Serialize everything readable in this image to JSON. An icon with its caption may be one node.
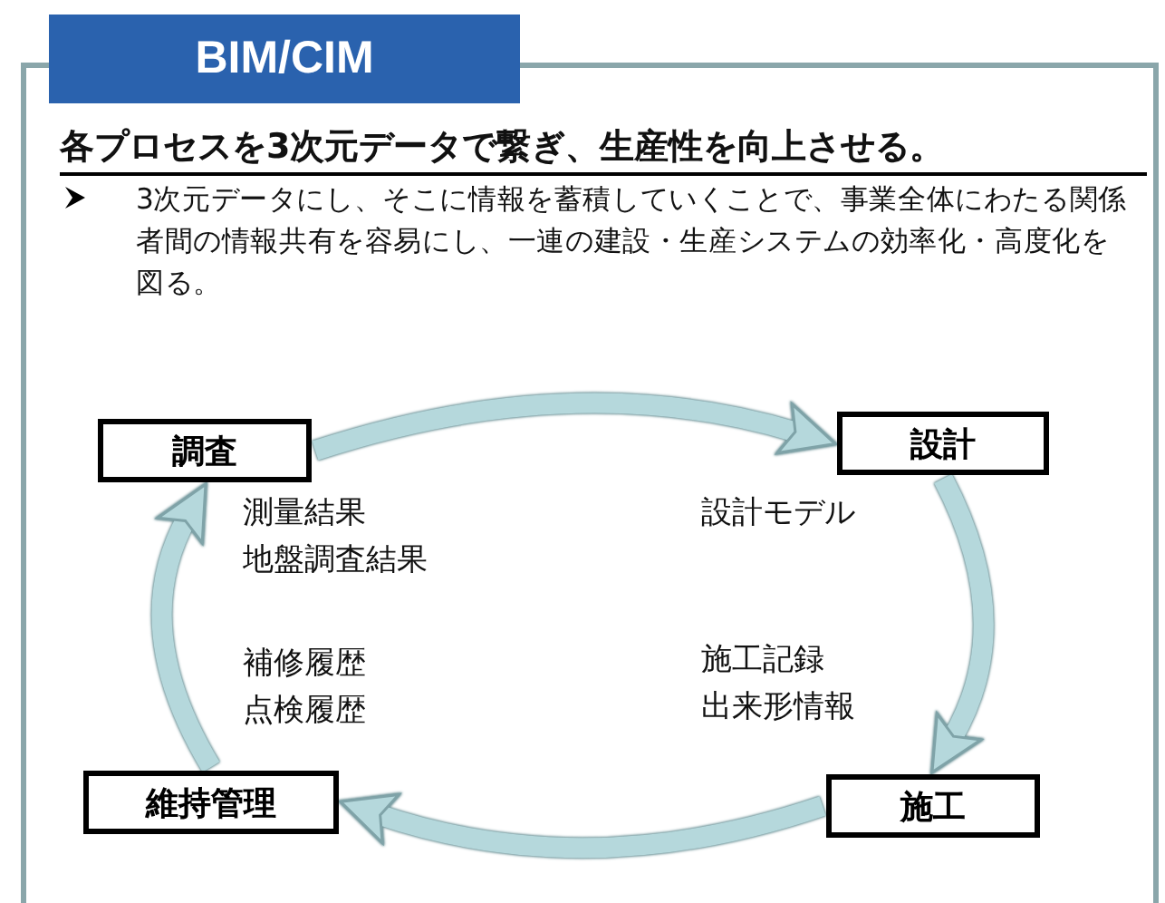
{
  "diagram": {
    "title": "BIM/CIM",
    "nodes": [
      {
        "text": [
          "調査"
        ]
      },
      {
        "text": [
          "設計"
        ]
      },
      {
        "text": [
          "施工"
        ]
      },
      {
        "text": [
          "維持管理"
        ]
      }
    ],
    "edges": [
      {
        "from": 0,
        "to": 1,
        "arrow": "to"
      },
      {
        "from": 1,
        "to": 2,
        "arrow": "to"
      },
      {
        "from": 2,
        "to": 3,
        "arrow": "to"
      },
      {
        "from": 3,
        "to": 0,
        "arrow": "to"
      }
    ],
    "labels": [
      "各プロセスを3次元データで繋ぎ、生産性を向上させる。",
      "3次元データにし、そこに情報を蓄積していくことで、事業全体にわたる関係者間の情報共有を容易にし、一連の建設・生産システムの効率化・高度化を図る。",
      "測量結果",
      "地盤調査結果",
      "設計モデル",
      "補修履歴",
      "点検履歴",
      "施工記録",
      "出来形情報"
    ]
  }
}
